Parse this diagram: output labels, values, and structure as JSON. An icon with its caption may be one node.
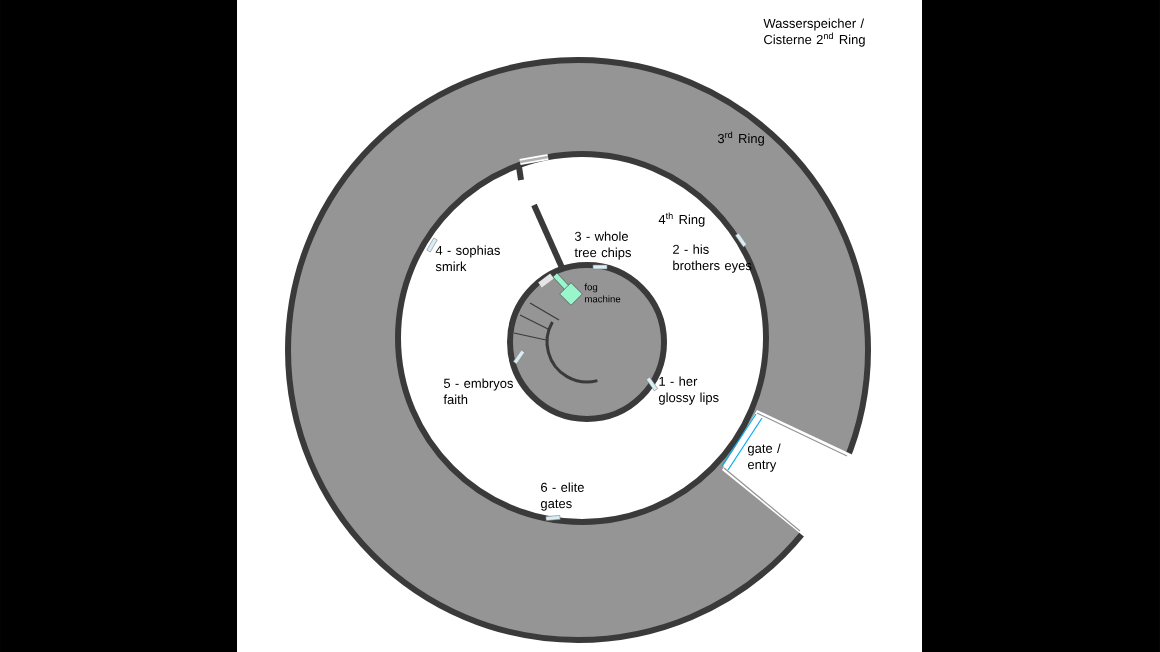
{
  "diagram": {
    "labels": [
      "Wasserspeicher / Cisterne 2$^{nd}$ Ring",
      "3$^{rd}$ Ring",
      "4$^{th}$ Ring",
      "3 - whole tree chips",
      "4 - sophias smirk",
      "2 - his brothers eyes",
      "fog machine",
      "5 - embryos faith",
      "1 - her glossy lips",
      "gate / entry",
      "6 - elite gates"
    ]
  }
}
